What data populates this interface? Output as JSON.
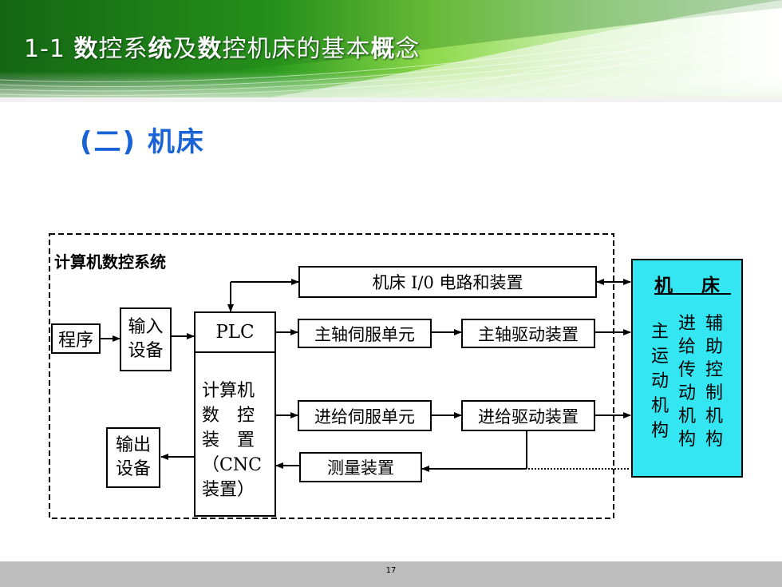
{
  "header": {
    "prefix": "1-1 ",
    "title_parts": [
      "数",
      "控系",
      "统",
      "及",
      "数",
      "控机床的基本",
      "概",
      "念"
    ]
  },
  "subtitle": "(二) 机床",
  "diagram": {
    "system_label": "计算机数控系统",
    "program": "程序",
    "input_device": [
      "输入",
      "设备"
    ],
    "output_device": [
      "输出",
      "设备"
    ],
    "plc": "PLC",
    "cnc": [
      "计算机",
      "数　控",
      "装　置",
      "（CNC",
      "装置）"
    ],
    "io_circuit": "机床 I/0 电路和装置",
    "spindle_servo": "主轴伺服单元",
    "spindle_drive": "主轴驱动装置",
    "feed_servo": "进给伺服单元",
    "feed_drive": "进给驱动装置",
    "measuring": "测量装置",
    "machine": {
      "title": "机 床",
      "col1": [
        "主",
        "运",
        "动",
        "机",
        "构"
      ],
      "col2": [
        "进",
        "给",
        "传",
        "动",
        "机",
        "构"
      ],
      "col3": [
        "辅",
        "助",
        "控",
        "制",
        "机",
        "构"
      ]
    }
  },
  "page_number": "17",
  "colors": {
    "title_blue": "#1a63d6",
    "machine_cyan": "#33e6f2",
    "footer_gray": "#bdbdbd"
  }
}
